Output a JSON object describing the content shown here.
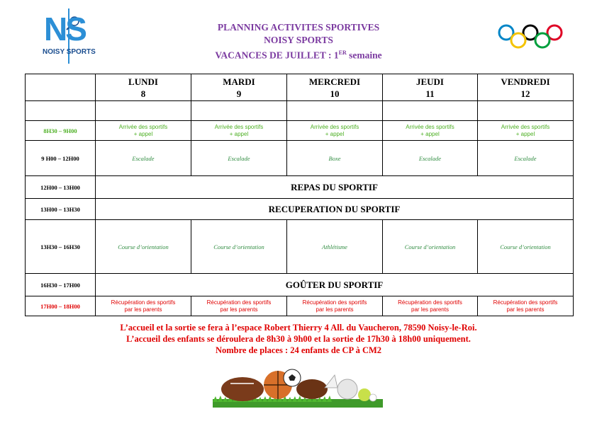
{
  "logo": {
    "letters": "NS",
    "text": "NOISY SPORTS"
  },
  "header": {
    "line1": "PLANNING ACTIVITES SPORTIVES",
    "line2": "NOISY SPORTS",
    "line3_main": "VACANCES DE JUILLET : 1",
    "line3_sup": "ER",
    "line3_end": " semaine"
  },
  "table": {
    "days": [
      {
        "name": "LUNDI",
        "date": "8"
      },
      {
        "name": "MARDI",
        "date": "9"
      },
      {
        "name": "MERCREDI",
        "date": "10"
      },
      {
        "name": "JEUDI",
        "date": "11"
      },
      {
        "name": "VENDREDI",
        "date": "12"
      }
    ],
    "arrival": {
      "time": "8H30 – 9H00",
      "line1": "Arrivée des sportifs",
      "line2": "+ appel"
    },
    "morning": {
      "time": "9 H00 – 12H00",
      "activities": [
        "Escalade",
        "Escalade",
        "Boxe",
        "Escalade",
        "Escalade"
      ]
    },
    "lunch": {
      "time": "12H00 – 13H00",
      "label": "REPAS DU SPORTIF"
    },
    "rest": {
      "time": "13H00 – 13H30",
      "label": "RECUPERATION DU SPORTIF"
    },
    "afternoon": {
      "time": "13H30 – 16H30",
      "activities": [
        "Course d’orientation",
        "Course d’orientation",
        "Athlétisme",
        "Course d’orientation",
        "Course d’orientation"
      ]
    },
    "snack": {
      "time": "16H30 – 17H00",
      "label": "GOÛTER DU SPORTIF"
    },
    "pickup": {
      "time": "17H00 – 18H00",
      "line1": "Récupération des sportifs",
      "line2": "par les parents"
    }
  },
  "footer": {
    "line1": "L’accueil et la sortie se fera à l’espace Robert Thierry  4 All. du Vaucheron, 78590 Noisy-le-Roi.",
    "line2": "L’accueil des enfants se déroulera de 8h30 à 9h00 et la sortie de 17h30 à 18h00 uniquement.",
    "line3": "Nombre de places : 24 enfants de CP à CM2"
  },
  "colors": {
    "header": "#7b3aa0",
    "green": "#4caf22",
    "activity": "#2e8b3f",
    "red": "#e00000",
    "logo": "#2c8fd6"
  }
}
